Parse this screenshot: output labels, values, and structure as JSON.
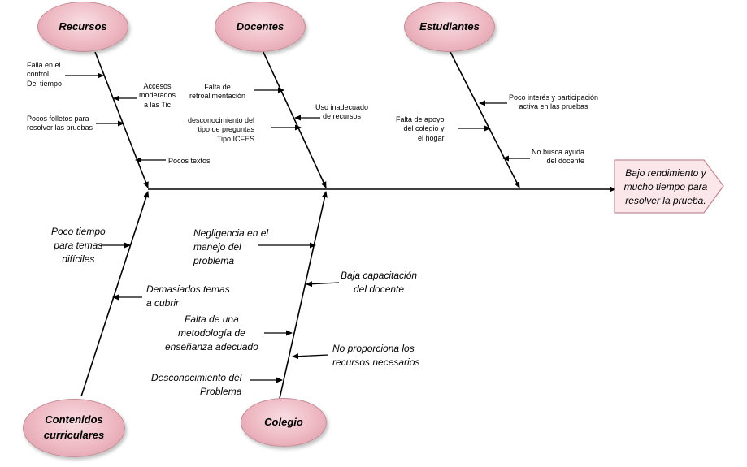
{
  "categories": {
    "recursos": "Recursos",
    "docentes": "Docentes",
    "estudiantes": "Estudiantes",
    "contenidos": "Contenidos\ncurriculares",
    "colegio": "Colegio"
  },
  "effect": "Bajo rendimiento y\nmucho tiempo para\nresolver la prueba.",
  "causes": {
    "recursos": [
      "Falla en el\ncontrol\nDel tiempo",
      "Accesos\nmoderados\na las Tic",
      "Pocos folletos para\nresolver las pruebas",
      "Pocos textos"
    ],
    "docentes": [
      "Falta de\nretroalimentación",
      "Uso inadecuado\nde recursos",
      "desconocimiento del\ntipo de preguntas\nTipo ICFES"
    ],
    "estudiantes": [
      "Poco interés y participación\nactiva en las pruebas",
      "Falta de apoyo\ndel colegio y\nel hogar",
      "No busca ayuda\ndel docente"
    ],
    "contenidos": [
      "Poco tiempo\npara temas\ndifíciles",
      "Demasiados temas\na cubrir"
    ],
    "colegio": [
      "Negligencia en el\nmanejo del\nproblema",
      "Baja capacitación\ndel docente",
      "Falta de una\nmetodología de\nenseñanza adecuado",
      "No proporciona los\nrecursos necesarios",
      "Desconocimiento del\nProblema"
    ]
  }
}
